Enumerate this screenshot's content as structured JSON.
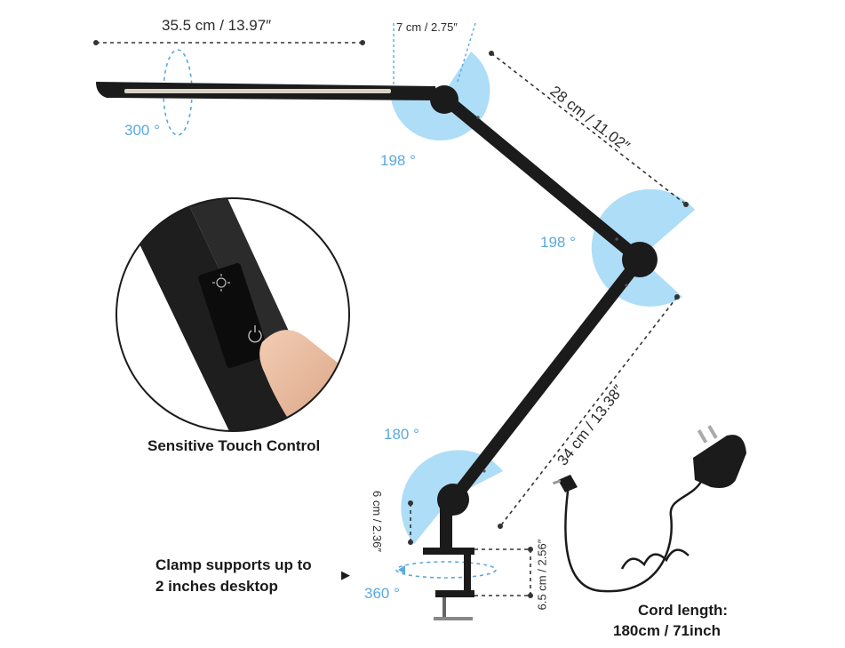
{
  "dimensions": {
    "head_length": "35.5 cm / 13.97″",
    "joint_offset": "7 cm / 2.75″",
    "upper_arm": "28 cm / 11.02″",
    "lower_arm": "34 cm / 13.38″",
    "base_height": "6 cm / 2.36″",
    "clamp_height": "6.5 cm / 2.56″"
  },
  "angles": {
    "head_rotation": "300 °",
    "head_joint": "198 °",
    "elbow_joint": "198 °",
    "base_joint": "180 °",
    "base_rotation": "360 °"
  },
  "captions": {
    "touch_control": "Sensitive Touch Control",
    "clamp_line1": "Clamp supports up to",
    "clamp_line2": "2 inches desktop",
    "clamp_arrow": "▶",
    "cord_line1": "Cord length:",
    "cord_line2": "180cm / 71inch"
  },
  "colors": {
    "angle_fill": "#aeddf7",
    "angle_text": "#5aa9e0",
    "lamp_body": "#1b1b1b",
    "dash_line": "#333333"
  },
  "icons": [
    "brightness-icon",
    "power-icon"
  ]
}
